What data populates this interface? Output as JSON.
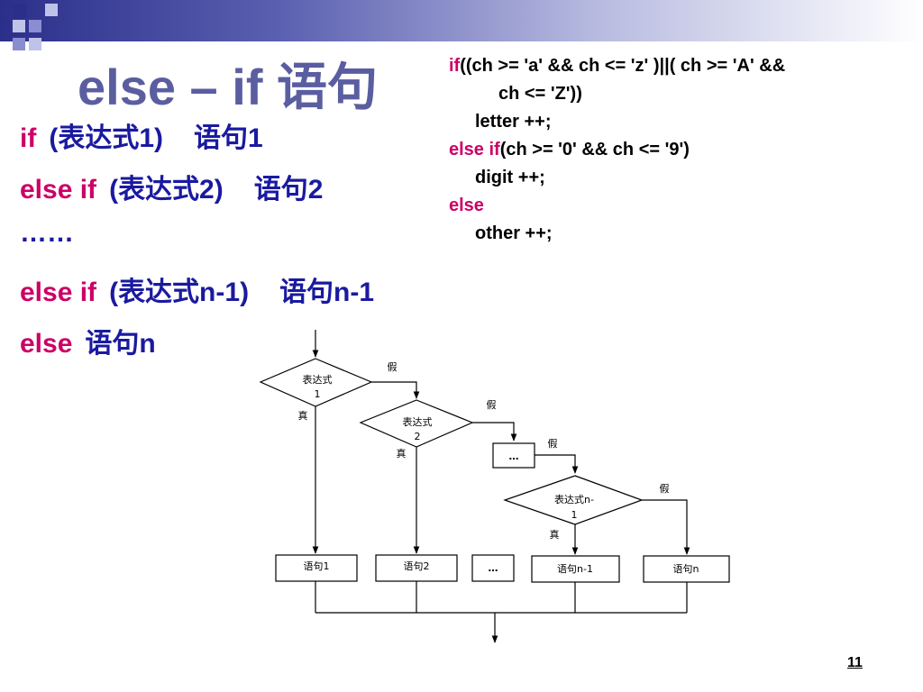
{
  "title": "else – if 语句",
  "syntax": {
    "line1": {
      "kw": "if",
      "open": "(",
      "expr": "表达式1",
      "close": ")",
      "stmt": "语句1"
    },
    "line2": {
      "kw": "else if",
      "open": "(",
      "expr": "表达式2",
      "close": ")",
      "stmt": "语句2"
    },
    "line3": {
      "text": "……"
    },
    "line4": {
      "kw": "else if",
      "open": "(",
      "expr": "表达式n-1",
      "close": ")",
      "stmt": "语句n-1"
    },
    "line5": {
      "kw": "else",
      "stmt": "语句n"
    }
  },
  "code": {
    "line1": {
      "kw": "if",
      "rest": "((ch >= 'a' && ch <= 'z' )||( ch >= 'A' &&"
    },
    "line2": "ch <= 'Z'))",
    "line3": "letter ++;",
    "line4": {
      "kw": "else if",
      "rest": "(ch >= '0' && ch <= '9')"
    },
    "line5": "digit ++;",
    "line6": "else",
    "line7": "other ++;"
  },
  "flowchart": {
    "cond1": [
      "表达式",
      "1"
    ],
    "cond2": [
      "表达式",
      "2"
    ],
    "condn": [
      "表达式n-",
      "1"
    ],
    "false_label": "假",
    "true_label": "真",
    "ellipsis": "…",
    "stmt1": "语句1",
    "stmt2": "语句2",
    "stmtn1": "语句n-1",
    "stmtn": "语句n"
  },
  "page_number": "11",
  "colors": {
    "keyword": "#cc0066",
    "text": "#1a1aa0",
    "title": "#5a5ea0"
  }
}
